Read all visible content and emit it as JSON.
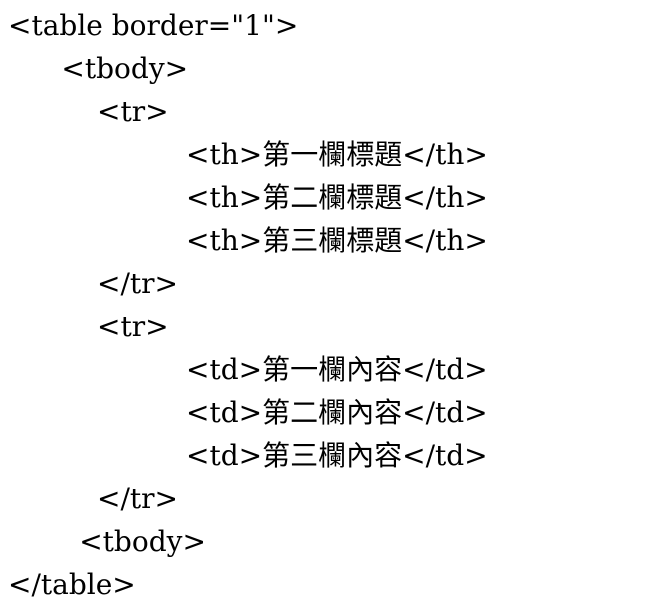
{
  "code": {
    "language": "html-source-listing",
    "text_color": "#000000",
    "background_color": "#ffffff",
    "lines": [
      "<table border=\"1\">",
      "      <tbody>",
      "          <tr>",
      "                    <th>第一欄標題</th>",
      "                    <th>第二欄標題</th>",
      "                    <th>第三欄標題</th>",
      "          </tr>",
      "          <tr>",
      "                    <td>第一欄內容</td>",
      "                    <td>第二欄內容</td>",
      "                    <td>第三欄內容</td>",
      "          </tr>",
      "        <tbody>",
      "</table>"
    ]
  }
}
